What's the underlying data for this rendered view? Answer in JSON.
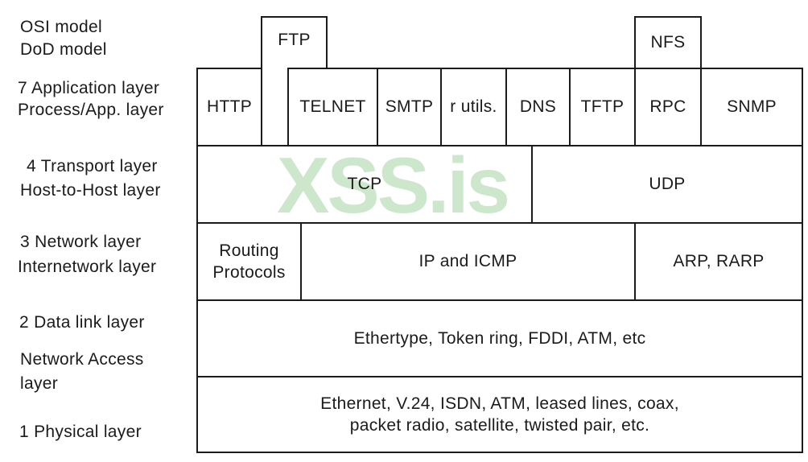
{
  "watermark": {
    "text": "XSS.is",
    "color": "#cde7cd"
  },
  "side_labels": {
    "osi_model": "OSI model",
    "dod_model": "DoD model",
    "application_osi": "7 Application layer",
    "application_dod": "Process/App. layer",
    "transport_osi": "4 Transport layer",
    "transport_dod": "Host-to-Host layer",
    "network_osi": "3 Network layer",
    "network_dod": "Internetwork layer",
    "datalink_osi": "2 Data link layer",
    "network_access_line1": "Network Access",
    "network_access_line2": "layer",
    "physical_osi": "1 Physical layer"
  },
  "protocol_boxes": {
    "ftp": "FTP",
    "nfs": "NFS",
    "http": "HTTP",
    "telnet": "TELNET",
    "smtp": "SMTP",
    "r_utils": "r utils.",
    "dns": "DNS",
    "tftp": "TFTP",
    "rpc": "RPC",
    "snmp": "SNMP",
    "tcp": "TCP",
    "udp": "UDP",
    "routing_line1": "Routing",
    "routing_line2": "Protocols",
    "ip_icmp": "IP and ICMP",
    "arp_rarp": "ARP, RARP",
    "data_link": "Ethertype, Token ring, FDDI, ATM, etc",
    "physical_line1": "Ethernet, V.24, ISDN, ATM, leased lines, coax,",
    "physical_line2": "packet radio, satellite, twisted pair, etc."
  },
  "colors": {
    "line": "#1b1b1b",
    "text": "#1b1b1b",
    "watermark": "#cde7cd",
    "background": "#ffffff"
  }
}
